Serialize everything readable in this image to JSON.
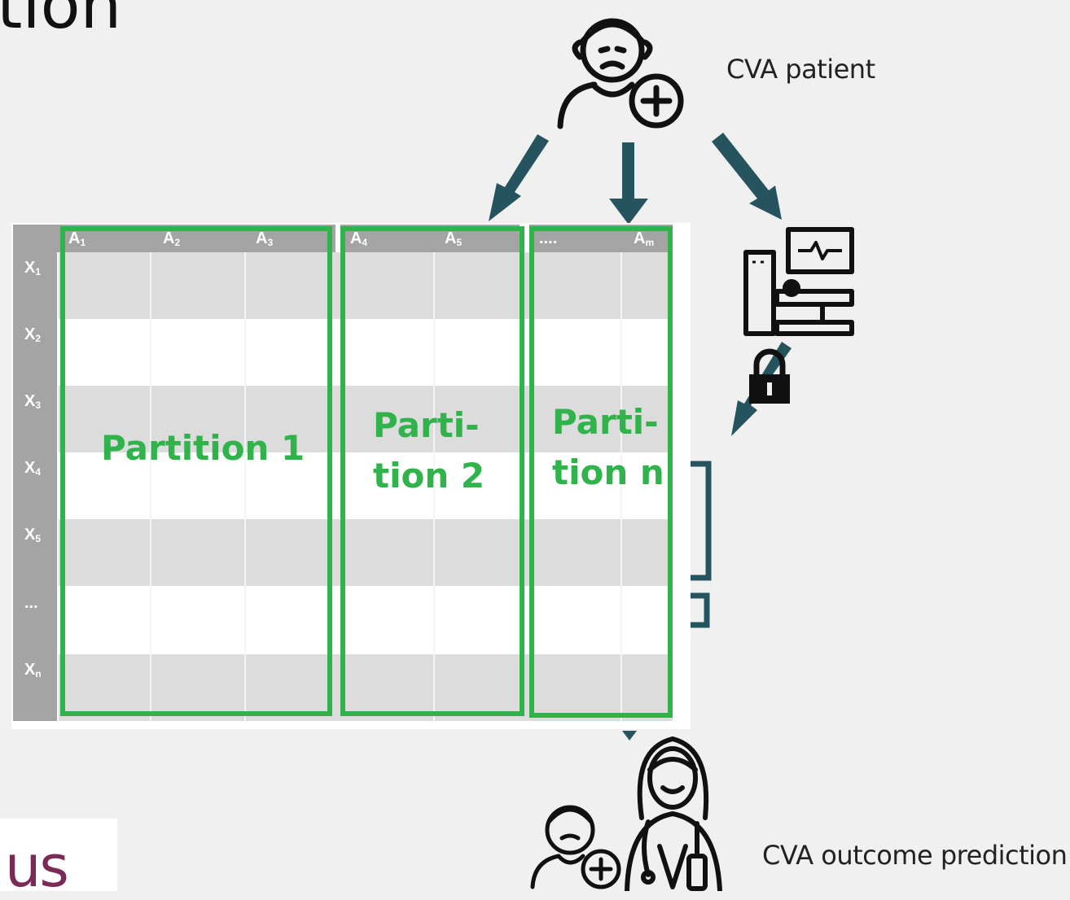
{
  "slide": {
    "title_fragment": "tion",
    "logo_text": "us"
  },
  "diagram": {
    "patient_label": "CVA patient",
    "outcome_label": "CVA outcome prediction",
    "colors": {
      "arrow": "#26545e",
      "partition": "#2fb34a",
      "header": "#a4a4a4",
      "cell": "#dcdcdc"
    }
  },
  "table": {
    "columns": [
      {
        "base": "A",
        "sub": "1"
      },
      {
        "base": "A",
        "sub": "2"
      },
      {
        "base": "A",
        "sub": "3"
      },
      {
        "base": "A",
        "sub": "4"
      },
      {
        "base": "A",
        "sub": "5"
      },
      {
        "base": "....",
        "sub": ""
      },
      {
        "base": "A",
        "sub": "m"
      }
    ],
    "rows": [
      {
        "base": "X",
        "sub": "1"
      },
      {
        "base": "X",
        "sub": "2"
      },
      {
        "base": "X",
        "sub": "3"
      },
      {
        "base": "X",
        "sub": "4"
      },
      {
        "base": "X",
        "sub": "5"
      },
      {
        "base": "...",
        "sub": ""
      },
      {
        "base": "X",
        "sub": "n"
      }
    ],
    "partitions": [
      {
        "label_line1": "Partition 1",
        "label_line2": ""
      },
      {
        "label_line1": "Parti-",
        "label_line2": "tion 2"
      },
      {
        "label_line1": "Parti-",
        "label_line2": "tion n"
      }
    ]
  }
}
